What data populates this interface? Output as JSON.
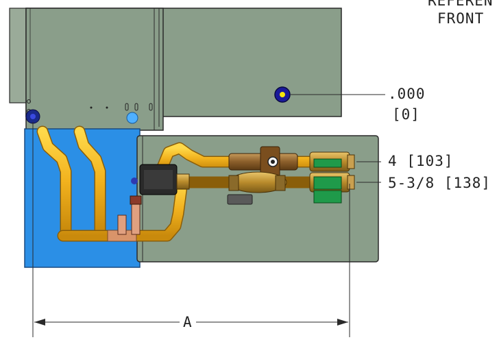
{
  "annotations": {
    "reference_line1": "REFEREN",
    "reference_line2": "FRONT",
    "dim_zero_top": ".000",
    "dim_zero_bottom": "[0]",
    "dim_upper_pipe": "4 [103]",
    "dim_lower_pipe": "5-3/8 [138]",
    "dim_width": "A"
  },
  "colors": {
    "housing_panel": "#8a9e8a",
    "coil_cavity": "#2b8fe6",
    "pipe": "#f2b21e",
    "outline": "#2a2a2a"
  }
}
